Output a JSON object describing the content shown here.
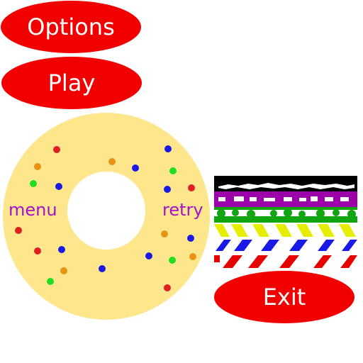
{
  "menu": {
    "options_label": "Options",
    "play_label": "Play",
    "exit_label": "Exit"
  },
  "donut": {
    "menu_label": "menu",
    "retry_label": "retry",
    "dough_color": "#fde68c",
    "hole_color": "#ffffff",
    "sprinkle_colors": [
      "#e02020",
      "#1a1ae6",
      "#e89412",
      "#22dd22"
    ]
  },
  "colors": {
    "button": "#f20000",
    "button_text": "#ffffff",
    "donut_label": "#a511c8"
  },
  "stripes": {
    "bands": [
      "#000000",
      "#9c00a8",
      "#11a511",
      "#e6ee00",
      "#1a1ae6",
      "#e60000"
    ]
  }
}
